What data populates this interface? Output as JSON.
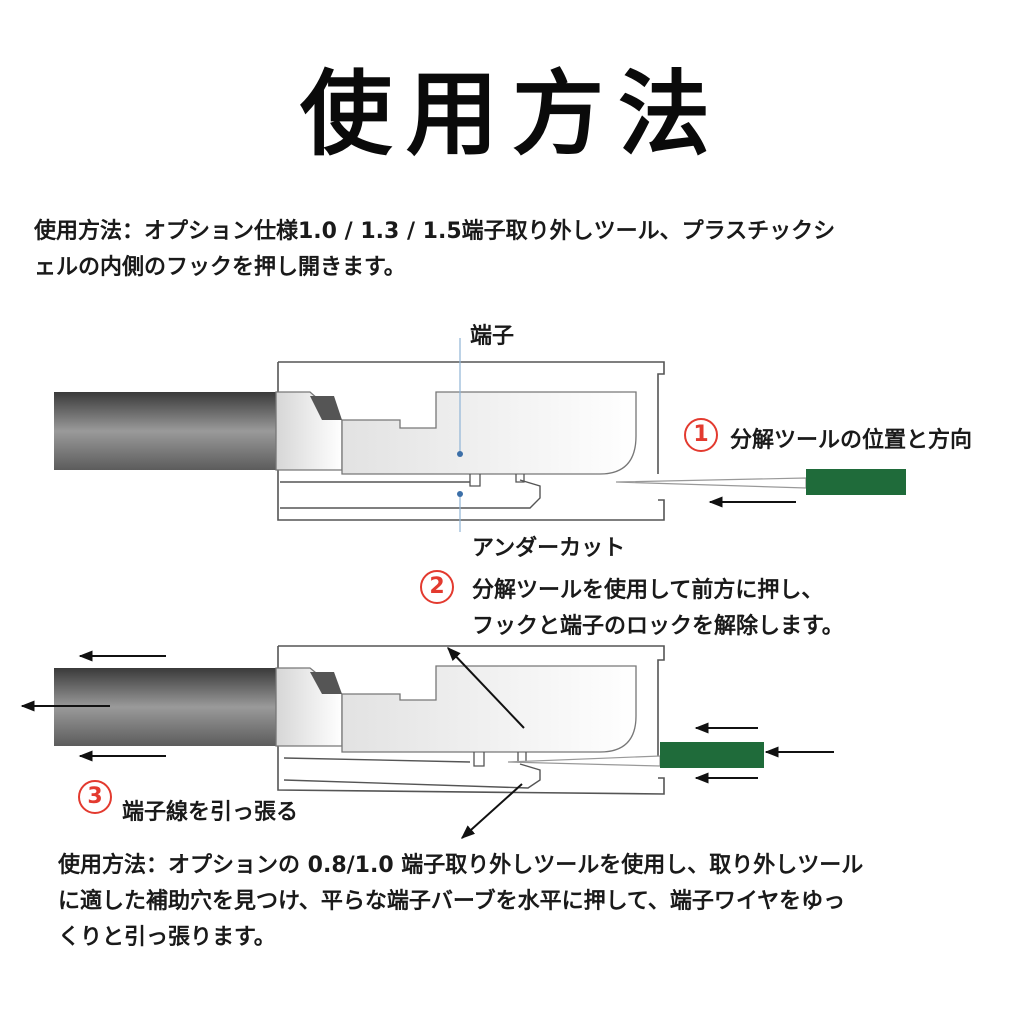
{
  "title": "使用方法",
  "intro": {
    "line1": "使用方法：オプション仕様1.0 / 1.3 / 1.5端子取り外しツール、プラスチックシ",
    "line2": "ェルの内側のフックを押し開きます。"
  },
  "labels": {
    "terminal": "端子",
    "undercut": "アンダーカット"
  },
  "steps": [
    {
      "number": "1",
      "text": "分解ツールの位置と方向"
    },
    {
      "number": "2",
      "line1": "分解ツールを使用して前方に押し、",
      "line2": "フックと端子のロックを解除します。"
    },
    {
      "number": "3",
      "text": "端子線を引っ張る"
    }
  ],
  "outro": {
    "line1": "使用方法：オプションの 0.8/1.0 端子取り外しツールを使用し、取り外しツール",
    "line2": "に適した補助穴を見つけ、平らな端子バーブを水平に押して、端子ワイヤをゆっ",
    "line3": "くりと引っ張ります。"
  },
  "colors": {
    "step_number": "#e33a2f",
    "tool_handle": "#1f6b3a",
    "outline": "#555555",
    "leader_line": "#8fb4d6"
  }
}
